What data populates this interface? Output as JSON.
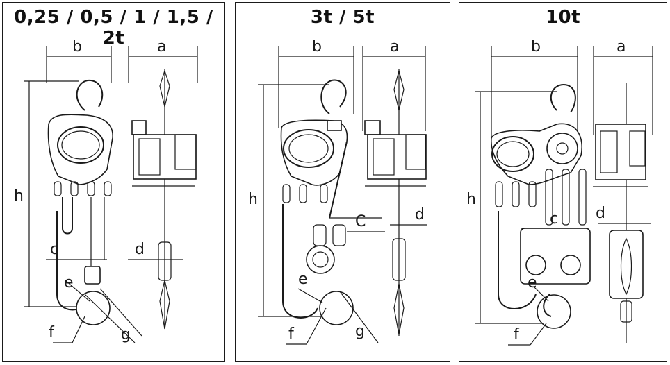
{
  "panels": [
    {
      "title": "0,25 / 0,5 / 1 / 1,5 / 2t",
      "labels": {
        "a": "a",
        "b": "b",
        "c": "c",
        "d": "d",
        "e": "e",
        "f": "f",
        "g": "g",
        "h": "h"
      }
    },
    {
      "title": "3t / 5t",
      "labels": {
        "a": "a",
        "b": "b",
        "c": "C",
        "d": "d",
        "e": "e",
        "f": "f",
        "g": "g",
        "h": "h"
      }
    },
    {
      "title": "10t",
      "labels": {
        "a": "a",
        "b": "b",
        "c": "c",
        "d": "d",
        "e": "e",
        "f": "f",
        "h": "h"
      }
    }
  ]
}
